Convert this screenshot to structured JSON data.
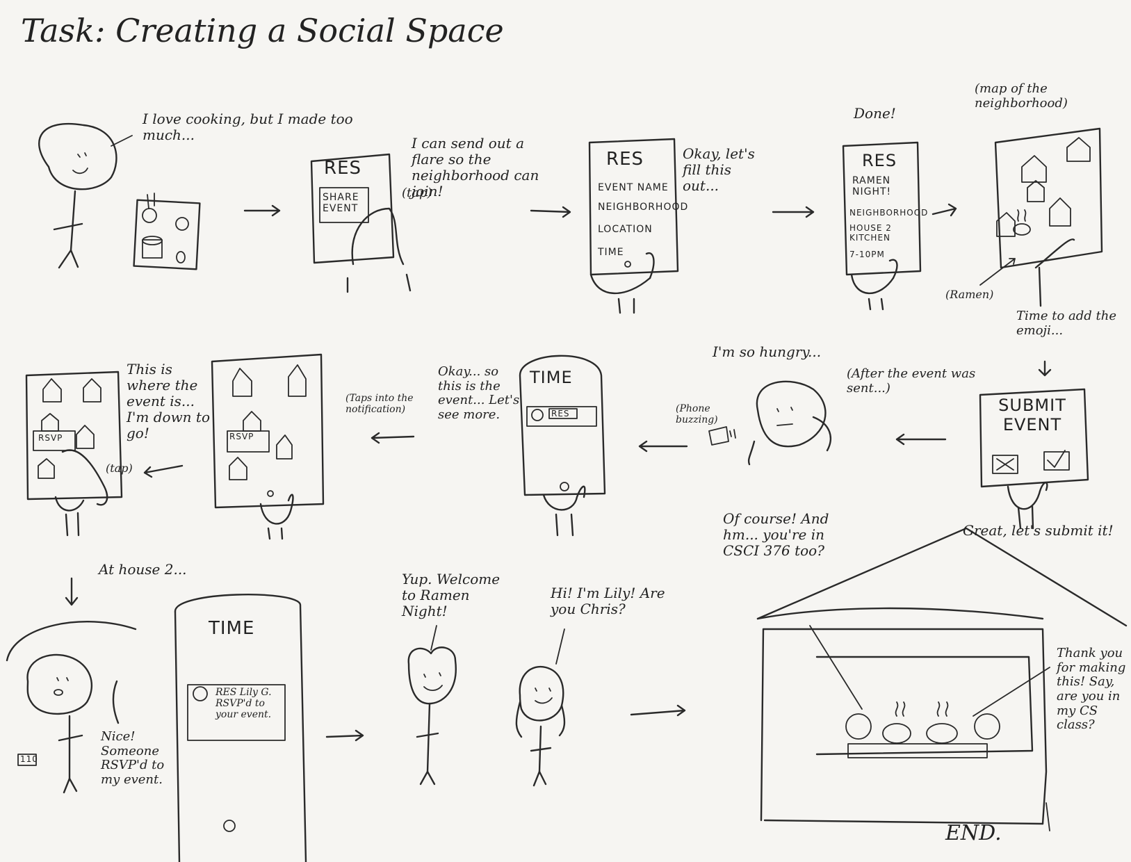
{
  "title": "Task: Creating a Social Space",
  "row1": {
    "panel1_speech": "I love cooking, but I made too much...",
    "panel2_screen_title": "RES",
    "panel2_button": "SHARE EVENT",
    "panel2_tap": "(tap)",
    "panel2_thought": "I can send out a flare so the neighborhood can join!",
    "panel3_screen_title": "RES",
    "panel3_fields": [
      "EVENT NAME",
      "NEIGHBORHOOD",
      "LOCATION",
      "TIME"
    ],
    "panel3_thought": "Okay, let's fill this out...",
    "panel4_caption": "Done!",
    "panel4_screen_title": "RES",
    "panel4_lines": [
      "RAMEN NIGHT!",
      "NEIGHBORHOOD",
      "HOUSE 2 KITCHEN",
      "7-10PM"
    ],
    "panel5_caption": "(map of the neighborhood)",
    "panel5_ramen": "(Ramen)",
    "panel5_note": "Time to add the emoji..."
  },
  "row2": {
    "submit_title": "SUBMIT EVENT",
    "submit_caption": "Great, let's submit it!",
    "after_sent": "(After the event was sent...)",
    "hungry": "I'm so hungry...",
    "phone_buzzing": "(Phone buzzing)",
    "time_screen_title": "TIME",
    "notif_label": "RES",
    "taps_into": "(Taps into the notification)",
    "okay_so": "Okay... so this is the event... Let's see more.",
    "rsvp_label": "RSVP",
    "where_event": "This is where the event is... I'm down to go!",
    "tap": "(tap)"
  },
  "row3": {
    "at_house": "At house 2...",
    "nice": "Nice! Someone RSVP'd to my event.",
    "house_number": "110",
    "time_screen_title": "TIME",
    "notif_text": "RES Lily G. RSVP'd to your event.",
    "welcome": "Yup. Welcome to Ramen Night!",
    "hi_lily": "Hi! I'm Lily! Are you Chris?",
    "of_course": "Of course! And hm... you're in CSCI 376 too?",
    "thank_you": "Thank you for making this! Say, are you in my CS class?",
    "end": "END."
  }
}
